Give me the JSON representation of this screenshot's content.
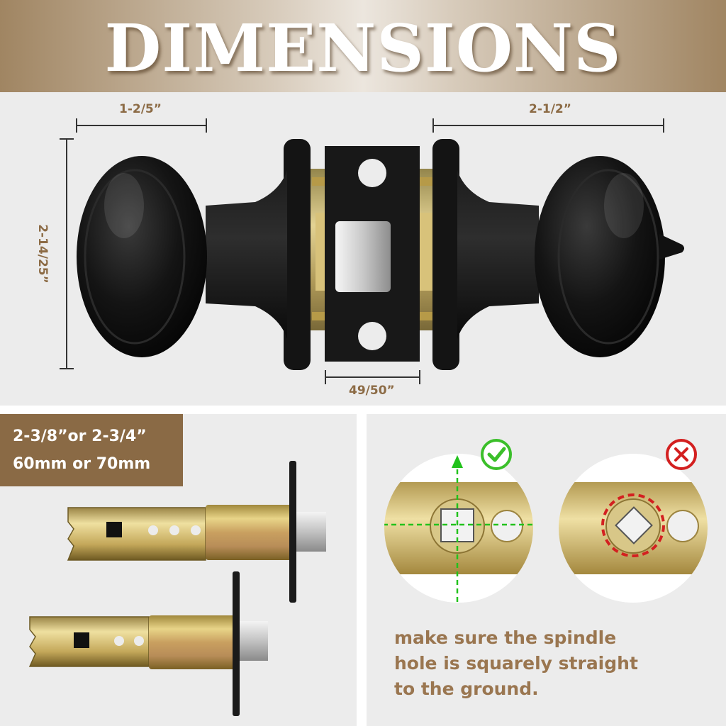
{
  "header": {
    "title": "DIMENSIONS"
  },
  "dimensions": {
    "knob_depth": "1-2/5”",
    "overall_width": "2-1/2”",
    "height": "2-14/25”",
    "latch_plate_width": "49/50”"
  },
  "backset": {
    "line1": "2-3/8”or  2-3/4”",
    "line2": "60mm or 70mm"
  },
  "spindle_check": {
    "correct_icon": "check-icon",
    "wrong_icon": "x-icon",
    "instruction_lines": [
      "make sure the spindle",
      "hole is squarely straight",
      "to the ground."
    ]
  },
  "colors": {
    "accent_brown": "#8a6a45",
    "label_brown": "#8c6b45",
    "correct_green": "#3bbf2a",
    "wrong_red": "#d32020"
  }
}
